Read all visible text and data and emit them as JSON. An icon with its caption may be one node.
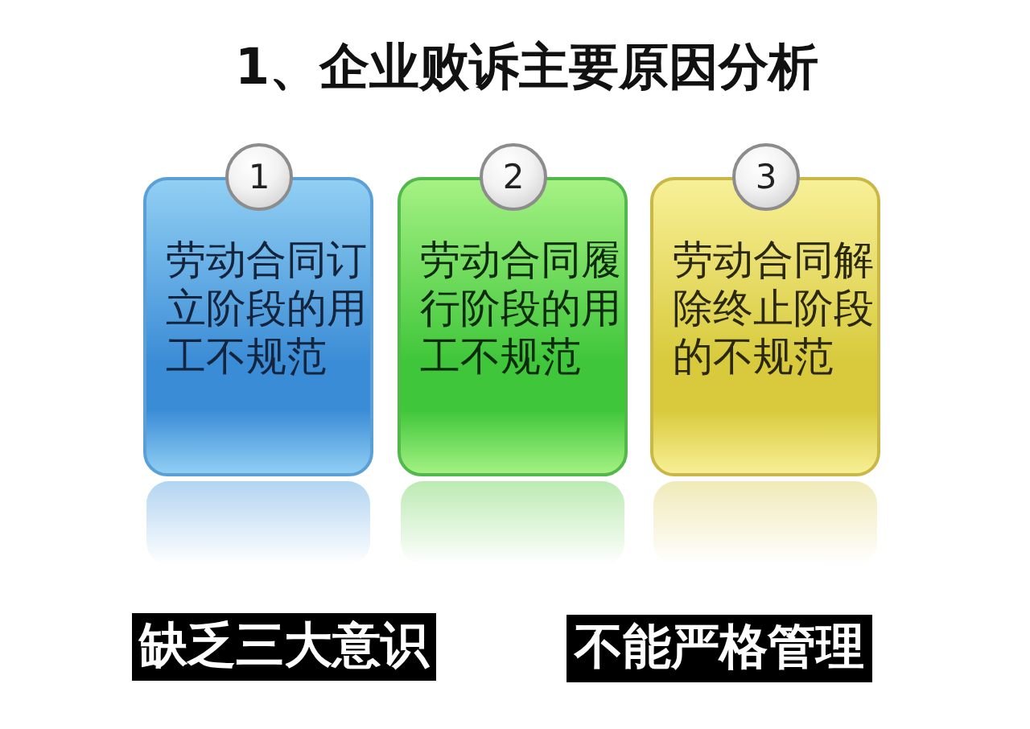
{
  "diagram": {
    "title": "1、企业败诉主要原因分析",
    "nodes": [
      {
        "text": [
          "1",
          "劳动合同订立阶段的用工不规范"
        ]
      },
      {
        "text": [
          "2",
          "劳动合同履行阶段的用工不规范"
        ]
      },
      {
        "text": [
          "3",
          "劳动合同解除终止阶段的不规范"
        ]
      },
      {
        "text": [
          "缺乏三大意识"
        ]
      },
      {
        "text": [
          "不能严格管理"
        ]
      }
    ]
  }
}
